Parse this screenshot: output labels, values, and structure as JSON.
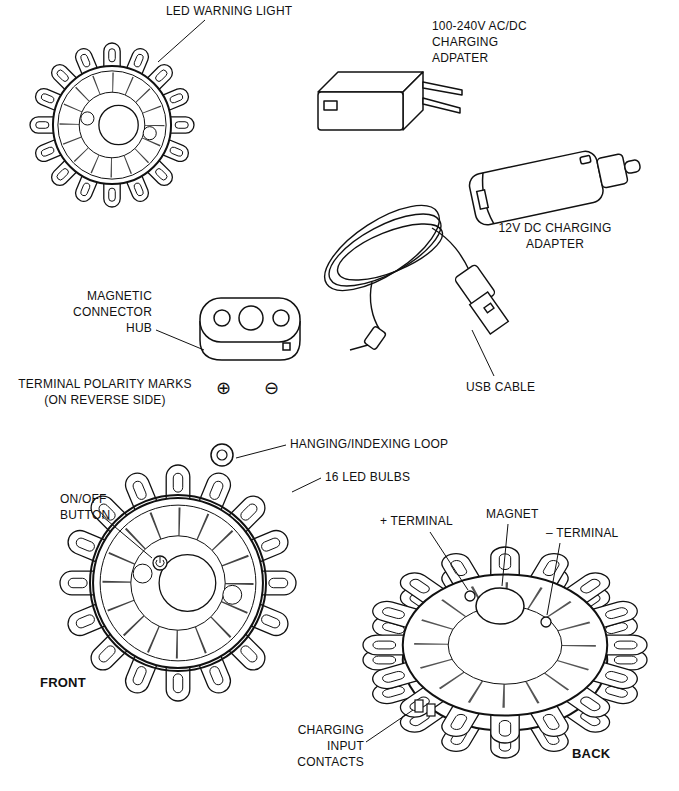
{
  "diagram": {
    "labels": [
      "LED WARNING LIGHT",
      "100-240V AC/DC CHARGING ADPATER",
      "12V DC CHARGING ADAPTER",
      "MAGNETIC CONNECTOR HUB",
      "USB CABLE",
      "TERMINAL POLARITY MARKS (ON REVERSE SIDE)",
      "⊕",
      "⊖",
      "HANGING/INDEXING LOOP",
      "16 LED BULBS",
      "ON/OFF BUTTON",
      "FRONT",
      "+ TERMINAL",
      "MAGNET",
      "– TERMINAL",
      "CHARGING INPUT CONTACTS",
      "BACK"
    ]
  }
}
